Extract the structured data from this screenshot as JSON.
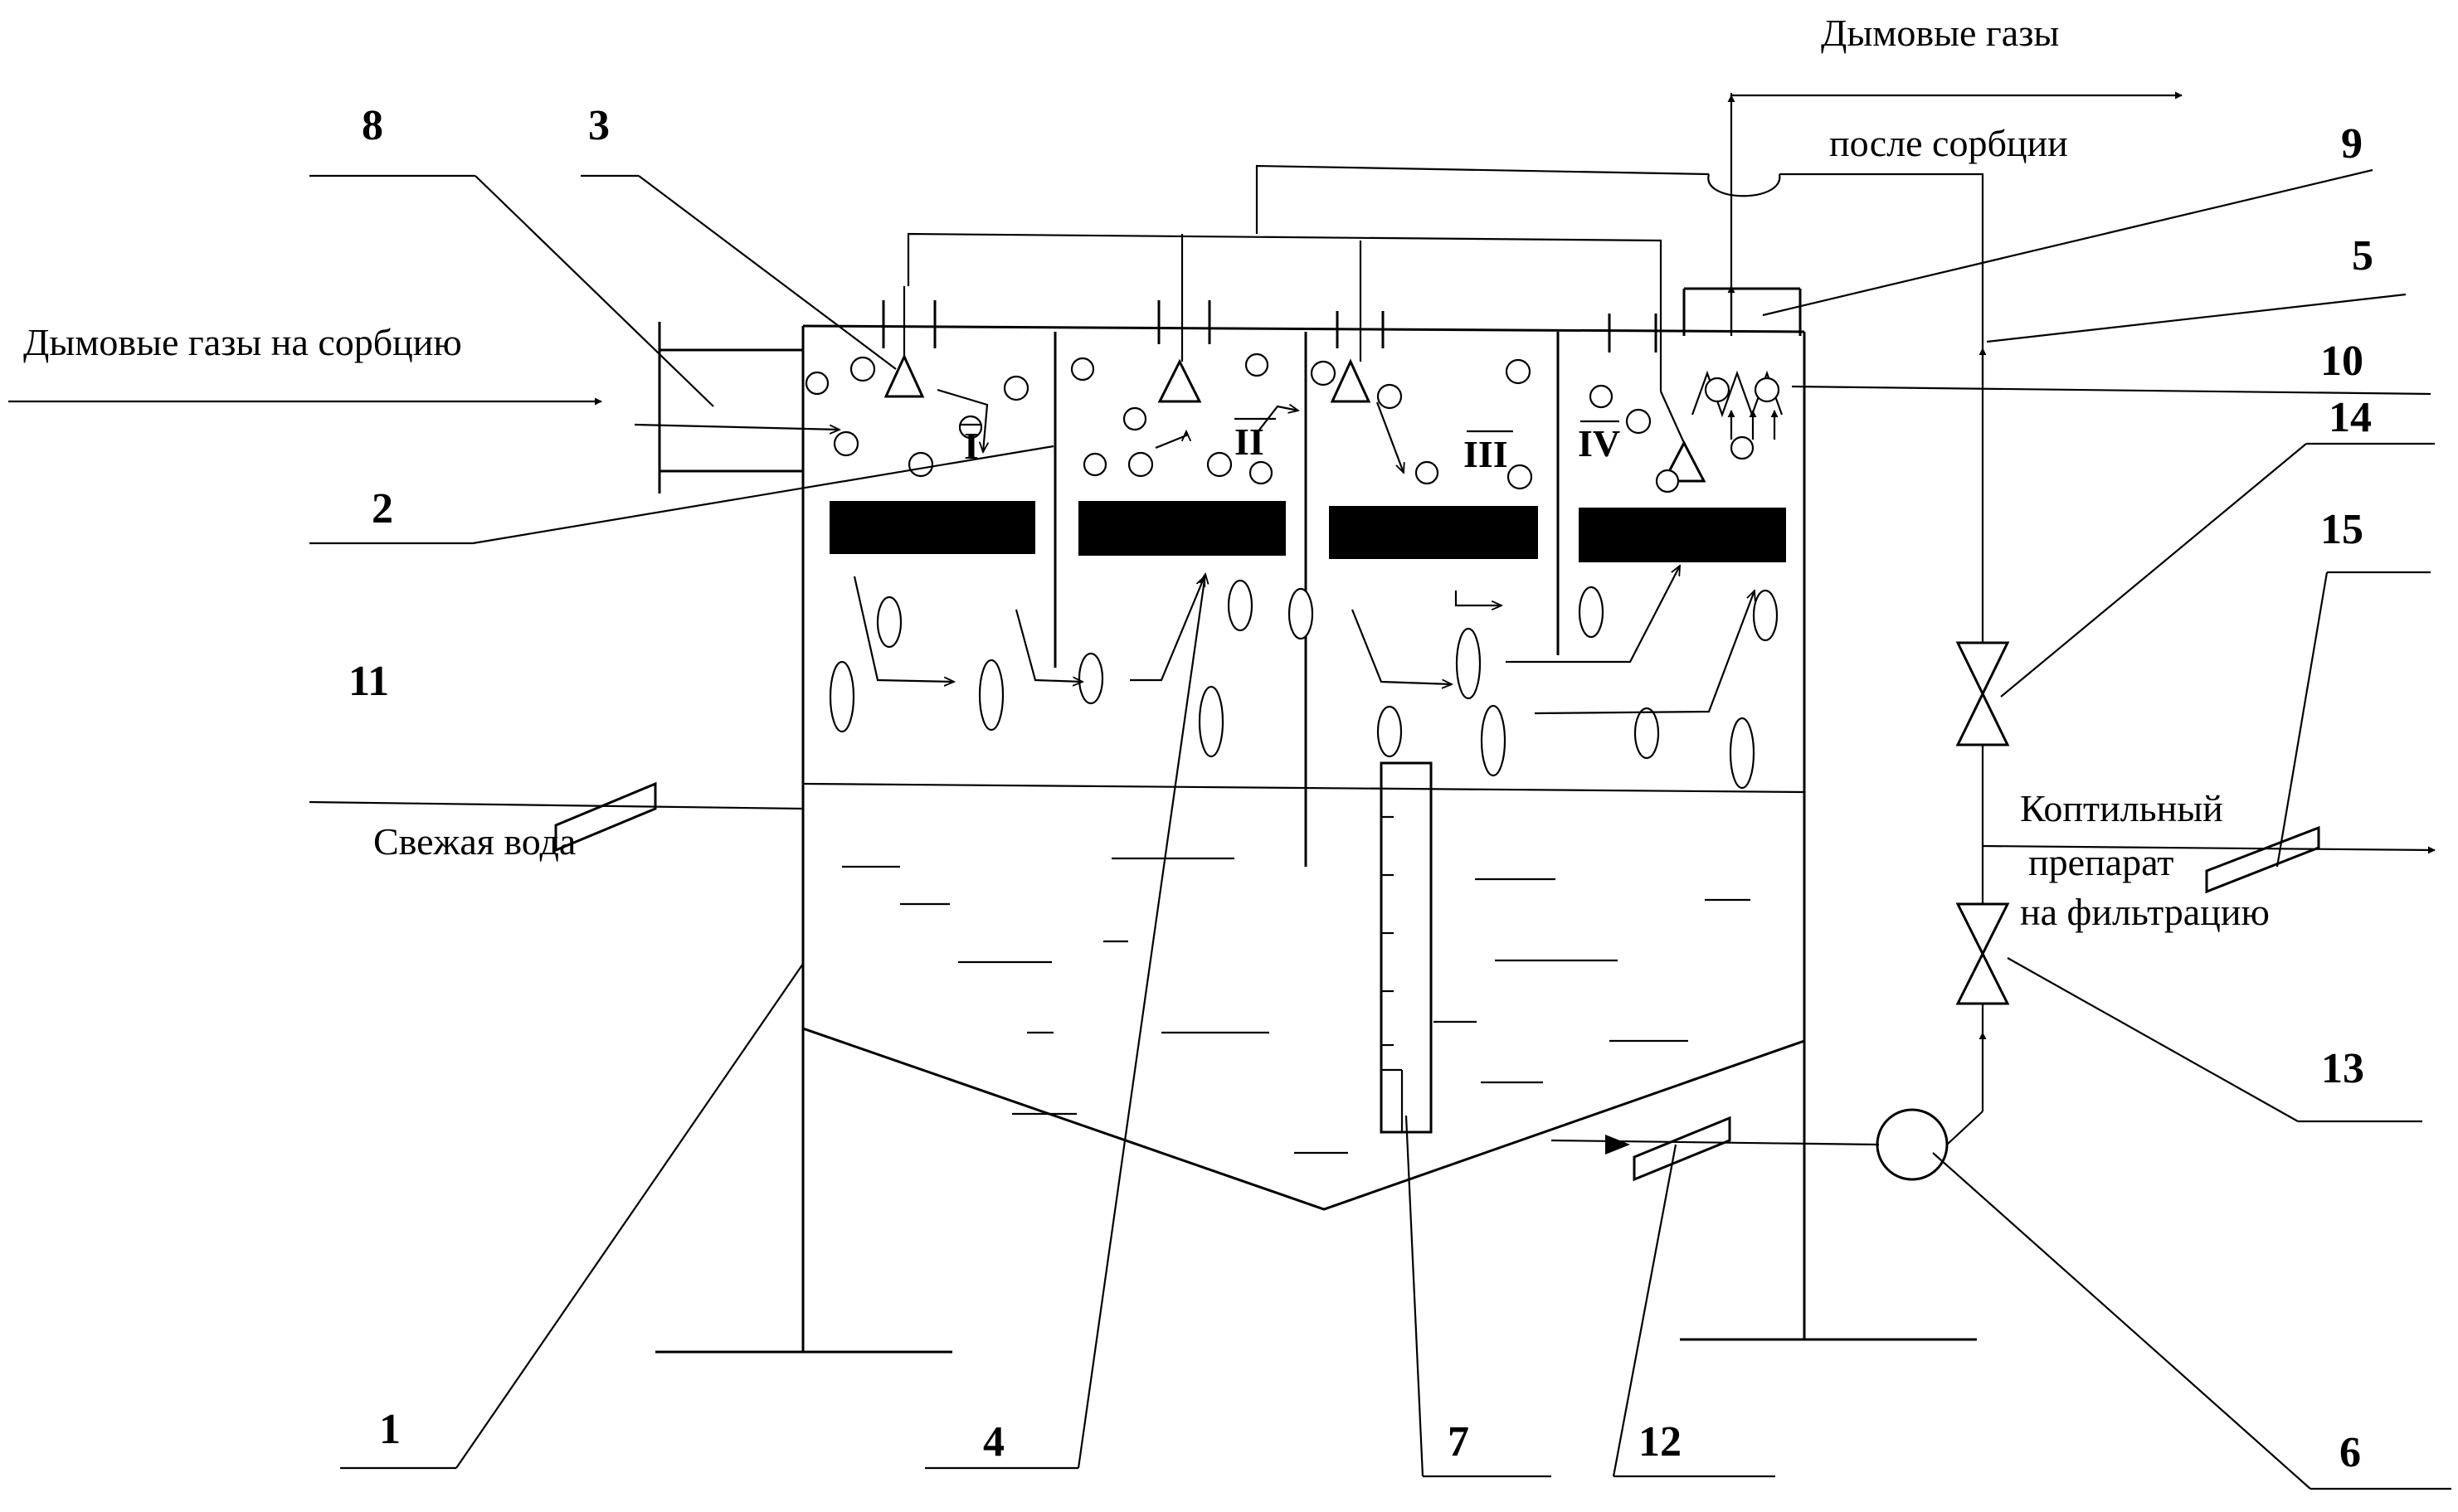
{
  "texts": {
    "flue_in": "Дымовые газы на сорбцию",
    "flue_out_1": "Дымовые газы",
    "flue_out_2": "после сорбции",
    "fresh_water": "Свежая вода",
    "product_1": "Коптильный",
    "product_2": "препарат",
    "product_3": "на фильтрацию"
  },
  "labels": {
    "n1": "1",
    "n2": "2",
    "n3": "3",
    "n4": "4",
    "n5": "5",
    "n6": "6",
    "n7": "7",
    "n8": "8",
    "n9": "9",
    "n10": "10",
    "n11": "11",
    "n12": "12",
    "n13": "13",
    "n14": "14",
    "n15": "15"
  },
  "zones": {
    "z1": "I",
    "z2": "II",
    "z3": "III",
    "z4": "IV"
  }
}
